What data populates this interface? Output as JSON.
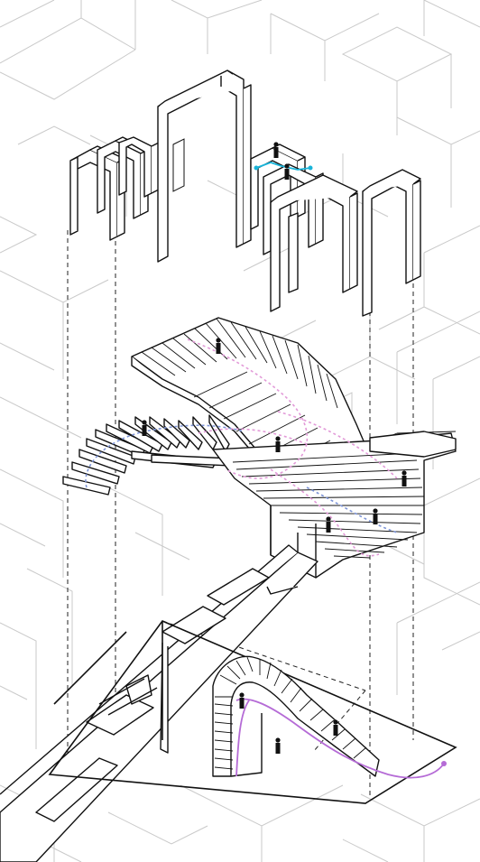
{
  "diagram": {
    "type": "exploded axonometric",
    "layers": [
      {
        "id": "portal-frames",
        "description_visible": false
      },
      {
        "id": "floating-stair-deck",
        "description_visible": false
      },
      {
        "id": "ground-plane-arch-stair",
        "description_visible": false
      }
    ]
  },
  "colors": {
    "line": "#111111",
    "context": "#c9c9c9",
    "path_pink": "#e29ad8",
    "path_blue": "#7d94d6",
    "path_purple": "#b56bd6",
    "path_cyan": "#19b4d9"
  }
}
